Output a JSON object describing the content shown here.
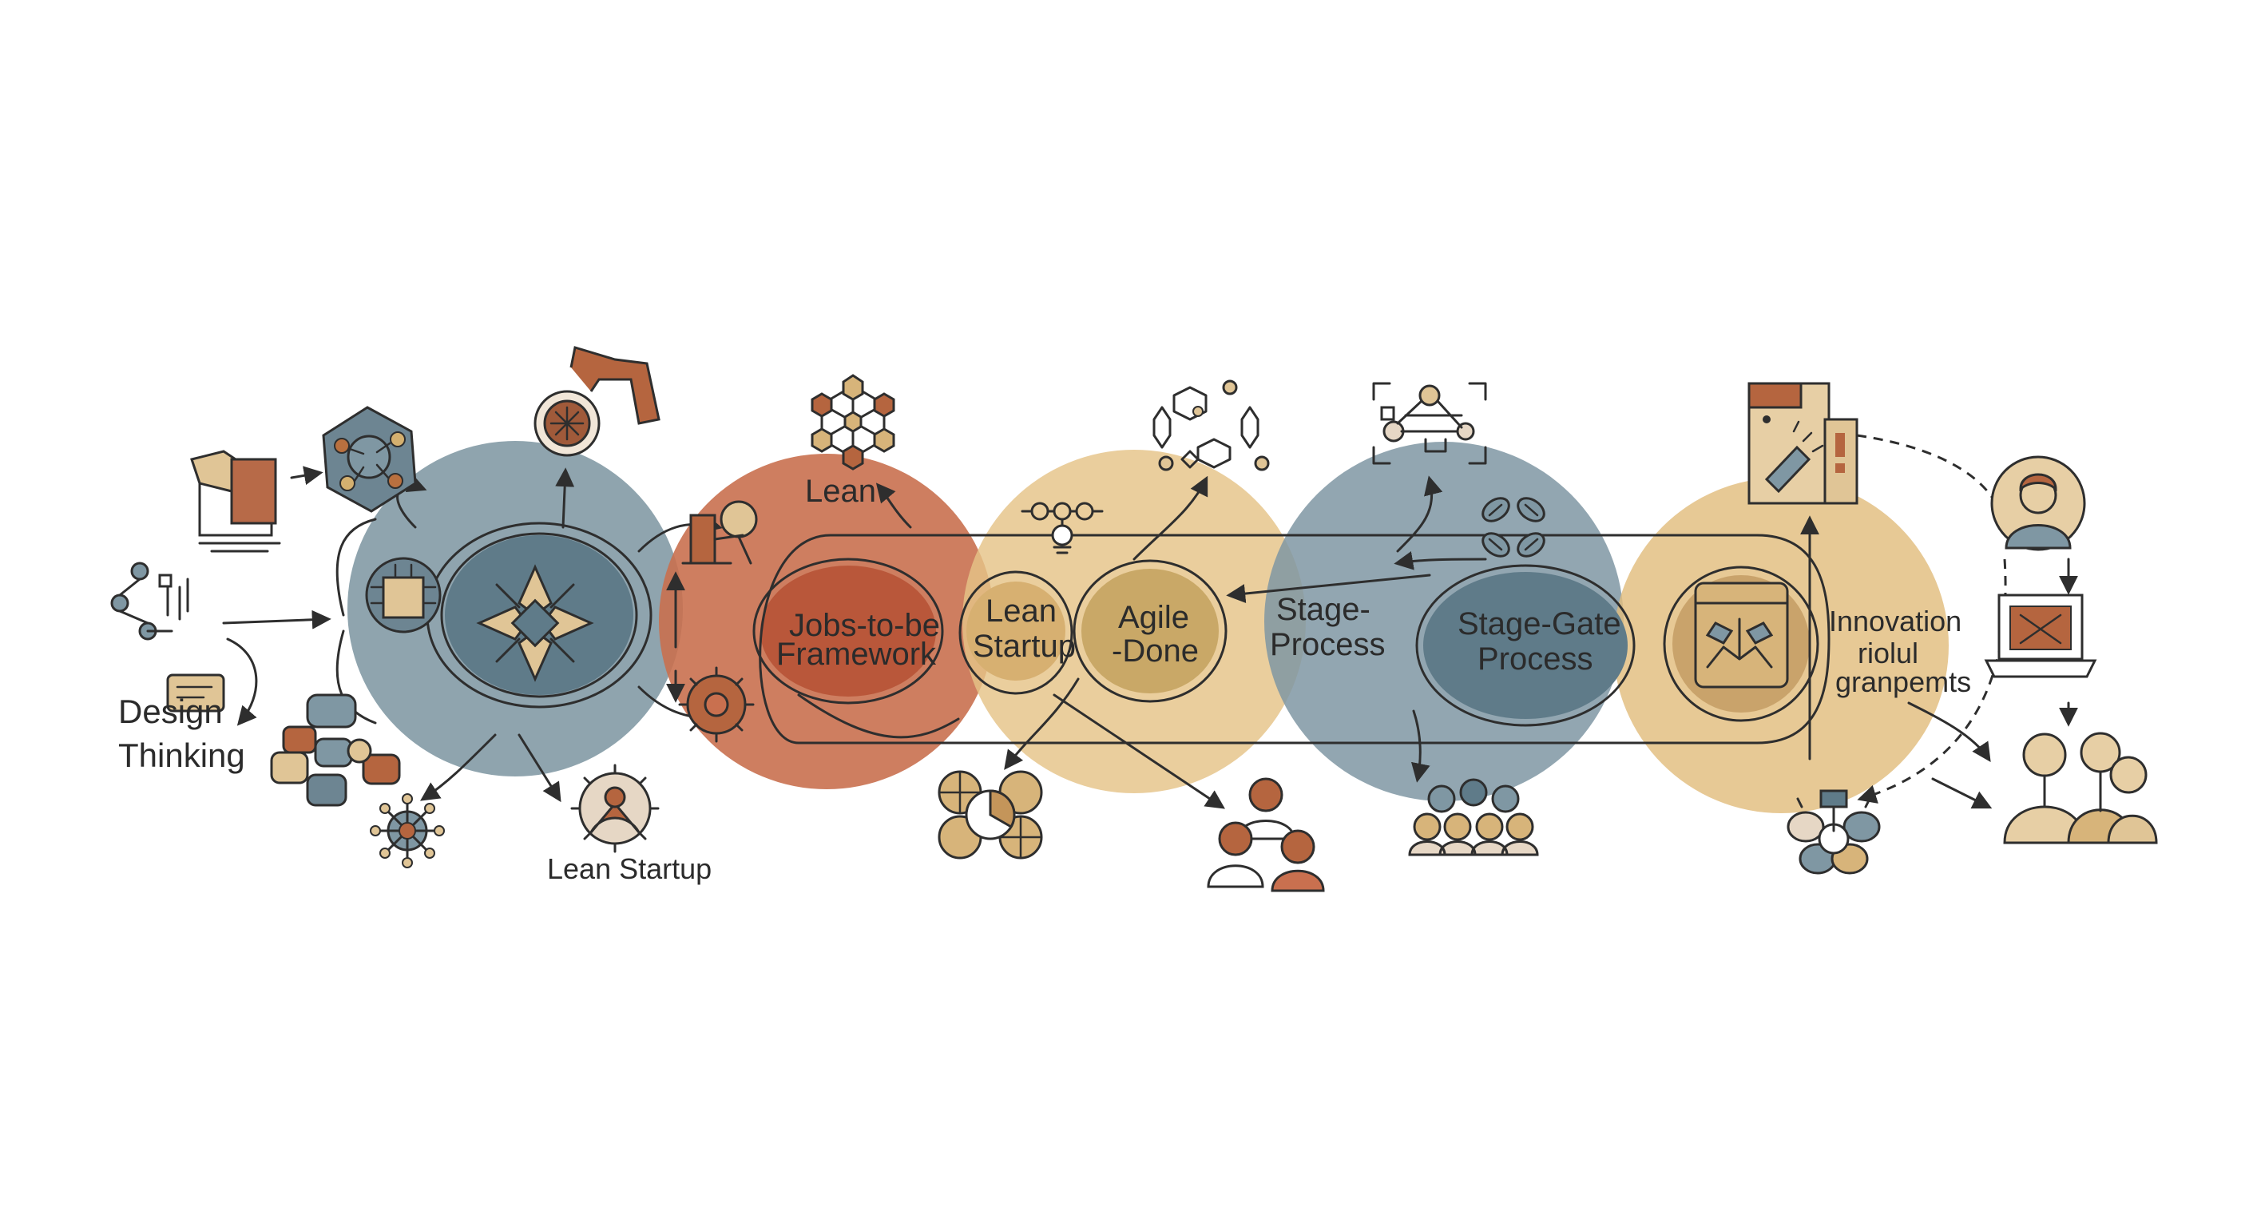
{
  "colors": {
    "slate_blue": "#7f97a3",
    "slate_blue_dark": "#5f7b89",
    "terracotta": "#c9704f",
    "terracotta_dark": "#b9573a",
    "sand": "#e5c388",
    "sand_dark": "#c9a867",
    "tan": "#d9b98a",
    "ink": "#2e2e2e",
    "rust": "#b5653f"
  },
  "labels": {
    "design_thinking_line1": "Design",
    "design_thinking_line2": "Thinking",
    "lean_startup_bottom": "Lean Startup",
    "lean_top": "Lean",
    "jtbd_line1": "Jobs-to-be",
    "jtbd_line2": "Framework",
    "lean_startup_inner_line1": "Lean",
    "lean_startup_inner_line2": "Startup",
    "agile_line1": "Agile",
    "agile_line2": "-Done",
    "stage_process_line1": "Stage-",
    "stage_process_line2": "Process",
    "stage_gate_line1": "Stage-Gate",
    "stage_gate_line2": "Process",
    "innovation_line1": "Innovation",
    "innovation_line2": "riolul",
    "innovation_line3": "granpemts"
  },
  "icons": [
    "flowchart-icon",
    "document-icon",
    "network-badge-icon",
    "robotic-arm-icon",
    "notes-icon",
    "sticky-notes-icon",
    "molecule-icon",
    "gear-icon",
    "hexagon-network-icon",
    "lab-equipment-icon",
    "cog-wheel-icon",
    "node-graph-icon",
    "hierarchy-icon",
    "pie-segments-icon",
    "people-icon",
    "screen-capture-icon",
    "leaf-cluster-icon",
    "group-icon",
    "files-icon",
    "flashlight-icon",
    "puzzle-icon",
    "person-icon",
    "laptop-icon",
    "team-icon"
  ]
}
